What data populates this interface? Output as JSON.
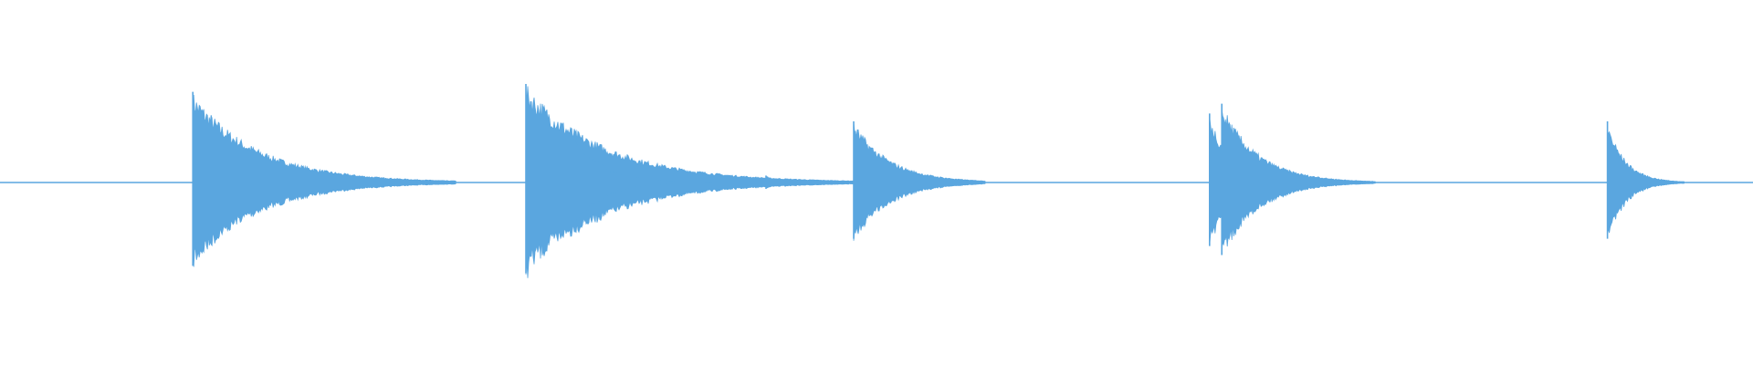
{
  "waveform": {
    "color": "#5aa6df",
    "background": "#ffffff",
    "duration_fraction_transients": [
      {
        "at": 0.11,
        "peak": 0.92,
        "decay": 0.18,
        "tail": 0.06
      },
      {
        "at": 0.219,
        "peak": 0.05,
        "decay": 0.04,
        "tail": 0.0
      },
      {
        "at": 0.3,
        "peak": 1.0,
        "decay": 0.22,
        "tail": 0.1
      },
      {
        "at": 0.326,
        "peak": 0.55,
        "decay": 0.08,
        "tail": 0.05
      },
      {
        "at": 0.437,
        "peak": 0.07,
        "decay": 0.03,
        "tail": 0.0
      },
      {
        "at": 0.487,
        "peak": 0.62,
        "decay": 0.1,
        "tail": 0.02
      },
      {
        "at": 0.69,
        "peak": 0.7,
        "decay": 0.06,
        "tail": 0.03
      },
      {
        "at": 0.697,
        "peak": 0.8,
        "decay": 0.1,
        "tail": 0.04
      },
      {
        "at": 0.752,
        "peak": 0.06,
        "decay": 0.03,
        "tail": 0.0
      },
      {
        "at": 0.917,
        "peak": 0.62,
        "decay": 0.05,
        "tail": 0.02
      }
    ]
  }
}
